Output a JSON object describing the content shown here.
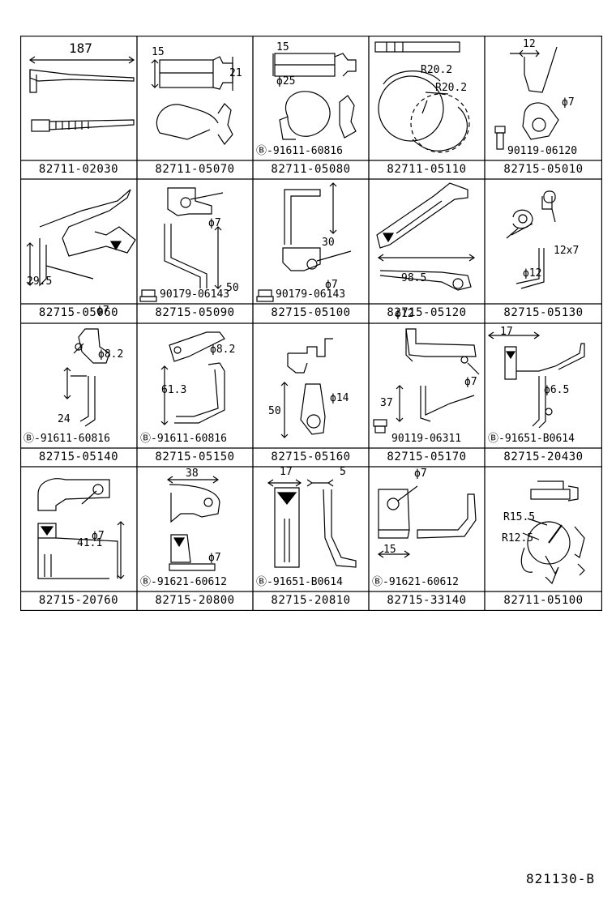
{
  "diagram_code": "821130-B",
  "rows": [
    [
      {
        "part": "82711-02030",
        "dims": [
          "187"
        ]
      },
      {
        "part": "82711-05070",
        "dims": [
          "15",
          "21"
        ]
      },
      {
        "part": "82711-05080",
        "dims": [
          "15",
          "ϕ25"
        ],
        "callout": "91611-60816"
      },
      {
        "part": "82711-05110",
        "dims": [
          "R20.2",
          "R20.2"
        ]
      },
      {
        "part": "82715-05010",
        "dims": [
          "12",
          "ϕ7"
        ],
        "fastener": "90119-06120"
      }
    ],
    [
      {
        "part": "82715-05060",
        "dims": [
          "29.5",
          "ϕ7"
        ]
      },
      {
        "part": "82715-05090",
        "dims": [
          "ϕ7",
          "50"
        ],
        "fastener": "90179-06143"
      },
      {
        "part": "82715-05100",
        "dims": [
          "30",
          "ϕ7"
        ],
        "fastener": "90179-06143"
      },
      {
        "part": "82715-05120",
        "dims": [
          "98.5",
          "ϕ12"
        ]
      },
      {
        "part": "82715-05130",
        "dims": [
          "12x7",
          "ϕ12"
        ]
      }
    ],
    [
      {
        "part": "82715-05140",
        "dims": [
          "ϕ8.2",
          "24"
        ],
        "callout": "91611-60816"
      },
      {
        "part": "82715-05150",
        "dims": [
          "ϕ8.2",
          "61.3"
        ],
        "callout": "91611-60816"
      },
      {
        "part": "82715-05160",
        "dims": [
          "ϕ14",
          "50"
        ]
      },
      {
        "part": "82715-05170",
        "dims": [
          "ϕ7",
          "37"
        ],
        "fastener": "90119-06311"
      },
      {
        "part": "82715-20430",
        "dims": [
          "17",
          "ϕ6.5"
        ],
        "callout": "91651-B0614"
      }
    ],
    [
      {
        "part": "82715-20760",
        "dims": [
          "ϕ7",
          "41.1"
        ]
      },
      {
        "part": "82715-20800",
        "dims": [
          "38",
          "ϕ7"
        ],
        "callout": "91621-60612"
      },
      {
        "part": "82715-20810",
        "dims": [
          "17",
          "5"
        ],
        "callout": "91651-B0614"
      },
      {
        "part": "82715-33140",
        "dims": [
          "ϕ7",
          "15"
        ],
        "callout": "91621-60612"
      },
      {
        "part": "82711-05100",
        "dims": [
          "R15.5",
          "R12.5"
        ]
      }
    ]
  ]
}
